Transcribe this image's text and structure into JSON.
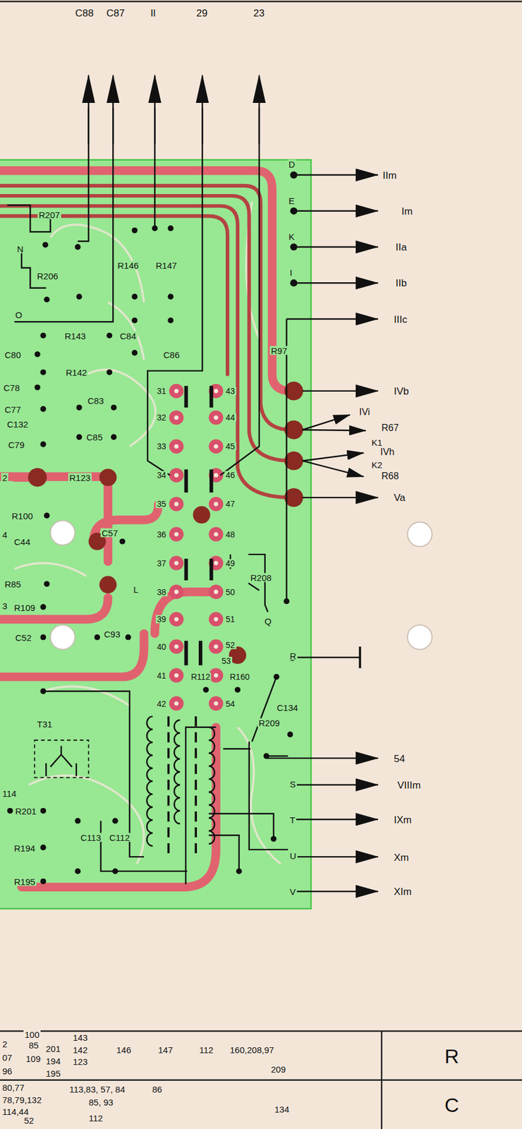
{
  "diagram": {
    "nodes": [
      {
        "text": [
          "R"
        ]
      },
      {
        "text": [
          "C"
        ]
      }
    ],
    "labels": [
      "C88",
      "C87",
      "Il",
      "29",
      "23",
      "D",
      "E",
      "K",
      "I",
      "R207",
      "N",
      "R206",
      "O",
      "R146",
      "R147",
      "R143",
      "C84",
      "C86",
      "C80",
      "R142",
      "C78",
      "C77",
      "C83",
      "C132",
      "C85",
      "C79",
      "2",
      "R123",
      "R97",
      "31",
      "32",
      "33",
      "34",
      "35",
      "36",
      "37",
      "38",
      "39",
      "40",
      "41",
      "42",
      "43",
      "44",
      "45",
      "46",
      "47",
      "48",
      "49",
      "50",
      "51",
      "52",
      "53",
      "54",
      "R100",
      "4",
      "C44",
      "C57",
      "R85",
      "L",
      "R208",
      "3",
      "R109",
      "C52",
      "C93",
      "Q",
      "R",
      "R112",
      "R160",
      "C134",
      "R209",
      "T31",
      "S",
      "114",
      "R201",
      "T",
      "C113",
      "C112",
      "R194",
      "U",
      "R195",
      "V",
      "IIm",
      "Im",
      "IIa",
      "IIb",
      "IIIc",
      "IVb",
      "IVi",
      "R67",
      "K1",
      "IVh",
      "K2",
      "R68",
      "Va",
      "54",
      "VIIIm",
      "IXm",
      "Xm",
      "XIm",
      "100",
      "2",
      "85",
      "201",
      "07",
      "109",
      "194",
      "96",
      "195",
      "143",
      "142",
      "123",
      "146",
      "147",
      "112",
      "160,208,97",
      "209",
      "80,77",
      "78,79,132",
      "114,44",
      "52",
      "113,83, 57, 84",
      "86",
      "85, 93",
      "112",
      "134"
    ]
  }
}
